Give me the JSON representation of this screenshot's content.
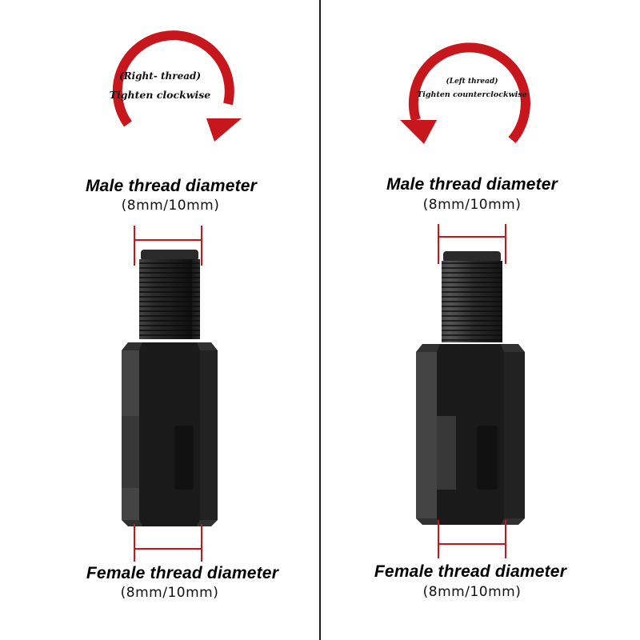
{
  "left": {
    "direction_line1": "(Right- thread)",
    "direction_line2": "Tighten clockwise",
    "male_heading": "Male thread diameter",
    "male_size": "(8mm/10mm)",
    "female_heading": "Female thread diameter",
    "female_size": "(8mm/10mm)"
  },
  "right": {
    "direction_line1": "(Left thread)",
    "direction_line2": "Tighten counterclockwise",
    "male_heading": "Male thread diameter",
    "male_size": "(8mm/10mm)",
    "female_heading": "Female thread diameter",
    "female_size": "(8mm/10mm)"
  },
  "colors": {
    "arrow": "#c8161d",
    "metal": "#2b2b2b",
    "dimension_line": "#c8161d"
  },
  "icons": {
    "left_arrow": "clockwise-arrow-icon",
    "right_arrow": "counterclockwise-arrow-icon",
    "part": "thread-adapter-bolt"
  }
}
